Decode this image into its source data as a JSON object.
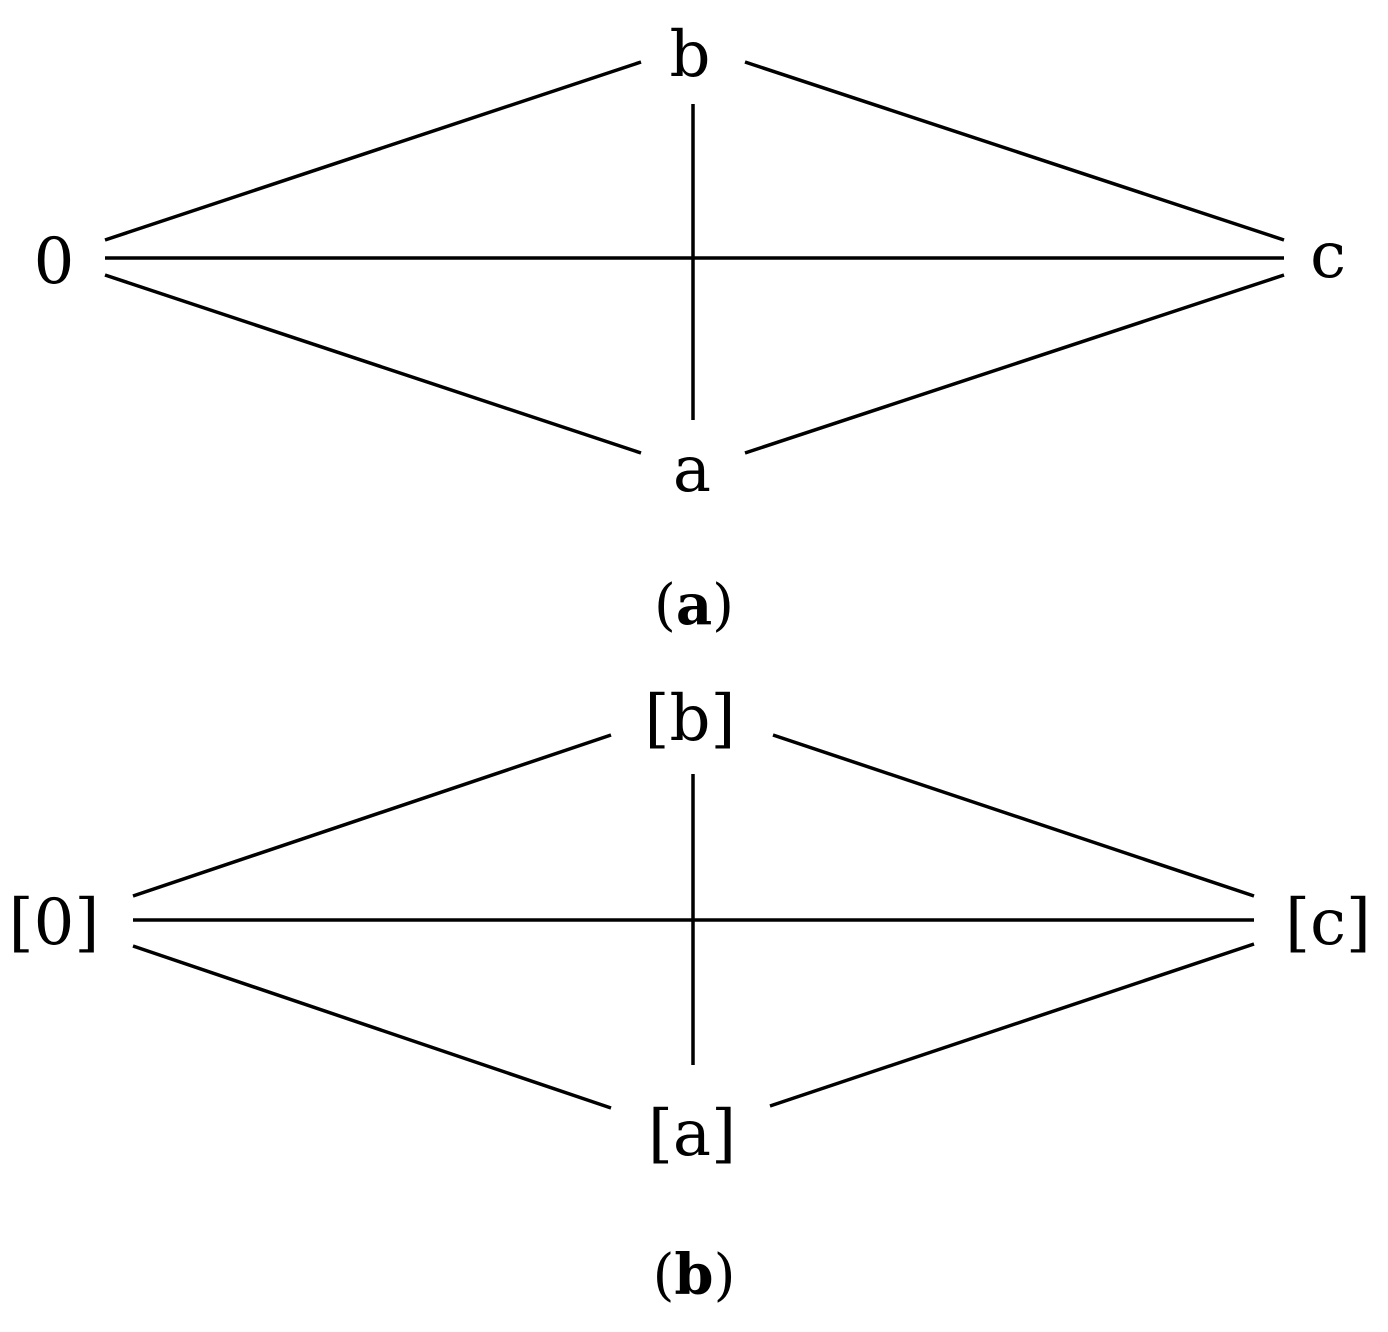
{
  "diagrams": [
    {
      "nodes": [
        {
          "id": "b",
          "label": "b"
        },
        {
          "id": "0",
          "label": "0"
        },
        {
          "id": "c",
          "label": "c"
        },
        {
          "id": "a",
          "label": "a"
        }
      ],
      "edges": [
        [
          "0",
          "b"
        ],
        [
          "0",
          "c"
        ],
        [
          "0",
          "a"
        ],
        [
          "b",
          "c"
        ],
        [
          "b",
          "a"
        ],
        [
          "a",
          "c"
        ]
      ],
      "caption": {
        "open": "(",
        "letter": "a",
        "close": ")"
      }
    },
    {
      "nodes": [
        {
          "id": "b",
          "label": "[b]"
        },
        {
          "id": "0",
          "label": "[0]"
        },
        {
          "id": "c",
          "label": "[c]"
        },
        {
          "id": "a",
          "label": "[a]"
        }
      ],
      "edges": [
        [
          "0",
          "b"
        ],
        [
          "0",
          "c"
        ],
        [
          "0",
          "a"
        ],
        [
          "b",
          "c"
        ],
        [
          "b",
          "a"
        ],
        [
          "a",
          "c"
        ]
      ],
      "caption": {
        "open": "(",
        "letter": "b",
        "close": ")"
      }
    }
  ],
  "colors": {
    "stroke": "#000000",
    "text": "#000000",
    "background": "#ffffff"
  }
}
